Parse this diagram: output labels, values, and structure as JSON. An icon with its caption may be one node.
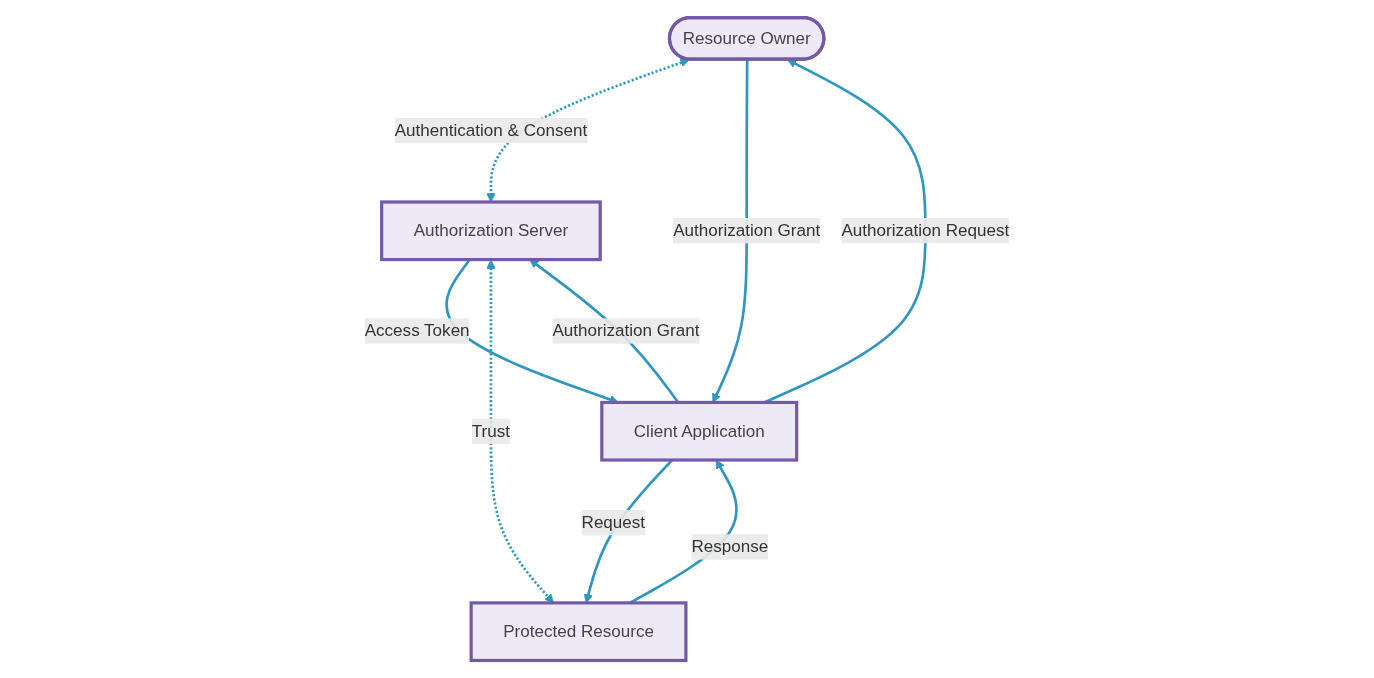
{
  "diagram": {
    "nodes": [
      {
        "text": [
          "Resource Owner"
        ]
      },
      {
        "text": [
          "Authorization Server"
        ]
      },
      {
        "text": [
          "Client Application"
        ]
      },
      {
        "text": [
          "Protected Resource"
        ]
      }
    ],
    "edges": [
      {
        "from": 0,
        "to": 1,
        "arrow": "both",
        "label": "Authentication & Consent",
        "style": "dashed"
      },
      {
        "from": 2,
        "to": 0,
        "arrow": "to",
        "label": "Authorization Request"
      },
      {
        "from": 0,
        "to": 2,
        "arrow": "to",
        "label": "Authorization Grant"
      },
      {
        "from": 2,
        "to": 1,
        "arrow": "to",
        "label": "Authorization Grant"
      },
      {
        "from": 1,
        "to": 2,
        "arrow": "to",
        "label": "Access Token"
      },
      {
        "from": 1,
        "to": 3,
        "arrow": "both",
        "label": "Trust",
        "style": "dashed"
      },
      {
        "from": 2,
        "to": 3,
        "arrow": "to",
        "label": "Request"
      },
      {
        "from": 3,
        "to": 2,
        "arrow": "to",
        "label": "Response"
      }
    ]
  }
}
